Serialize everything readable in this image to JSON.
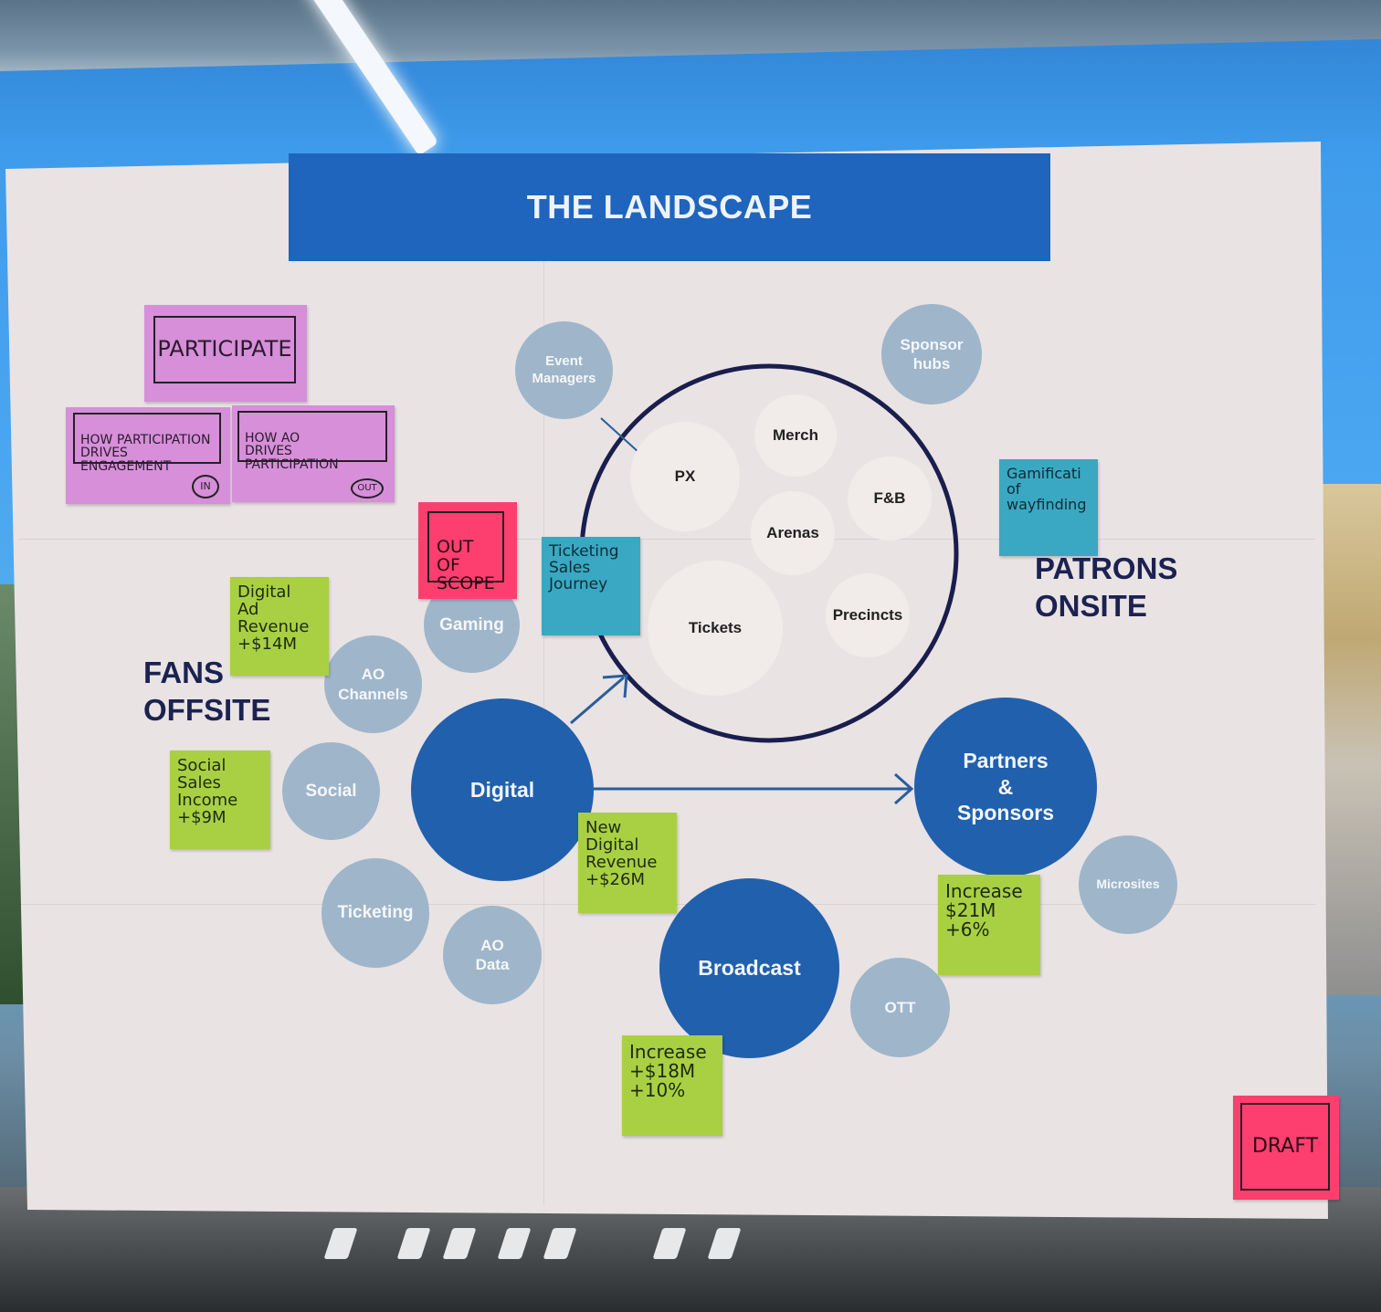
{
  "poster": {
    "title": "THE LANDSCAPE",
    "sections": {
      "fans_offsite": "FANS\nOFFSITE",
      "patrons_onsite": "PATRONS\nONSITE"
    }
  },
  "circles": {
    "event_managers": "Event\nManagers",
    "sponsor_hubs": "Sponsor\nhubs",
    "px": "PX",
    "merch": "Merch",
    "fnb": "F&B",
    "arenas": "Arenas",
    "tickets": "Tickets",
    "precincts": "Precincts",
    "gaming": "Gaming",
    "ao_channels": "AO\nChannels",
    "social": "Social",
    "digital": "Digital",
    "partners_sponsors": "Partners\n&\nSponsors",
    "microsites": "Microsites",
    "ticketing": "Ticketing",
    "ao_data": "AO\nData",
    "broadcast": "Broadcast",
    "ott": "OTT"
  },
  "stickies": {
    "participate": "PARTICIPATE",
    "how_participation": "HOW PARTICIPATION\nDRIVES ENGAGEMENT",
    "in_badge": "IN",
    "how_ao": "HOW AO\nDRIVES PARTICIPATION",
    "out_badge": "OUT",
    "out_of_scope": "OUT OF\nSCOPE",
    "ticketing_sales": "Ticketing\nSales\nJourney",
    "gamification": "Gamificati\nof\nwayfinding",
    "digital_ad": "Digital\nAd Revenue\n+$14M",
    "social_sales": "Social\nSales\nIncome\n+$9M",
    "new_digital": "New\nDigital\nRevenue\n+$26M",
    "increase_21": "Increase\n$21M\n+6%",
    "increase_18": "Increase\n+$18M\n+10%",
    "draft": "DRAFT"
  },
  "colors": {
    "banner": "#1f65bd",
    "dark_circle": "#2160ad",
    "light_circle": "#9fb5ca",
    "pale_circle": "#f1ecea",
    "ring": "#1a1e4d",
    "sticky_green": "#a9d043",
    "sticky_pink": "#d68fd8",
    "sticky_teal": "#3aa8c2",
    "sticky_red": "#fd3f6f"
  }
}
